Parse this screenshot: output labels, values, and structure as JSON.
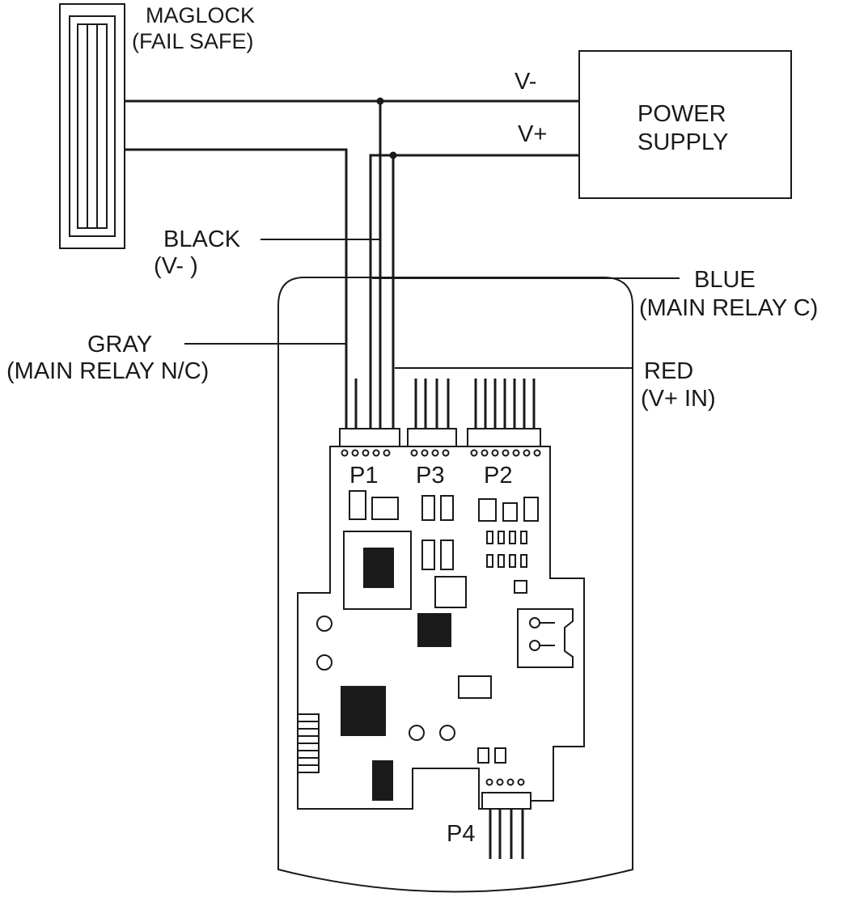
{
  "maglock": {
    "line1": "MAGLOCK",
    "line2": "(FAIL SAFE)"
  },
  "power_supply": {
    "line1": "POWER",
    "line2": "SUPPLY",
    "terminal_neg": "V-",
    "terminal_pos": "V+"
  },
  "wires": {
    "black": {
      "name": "BLACK",
      "function": "(V- )"
    },
    "blue": {
      "name": "BLUE",
      "function": "(MAIN RELAY C)"
    },
    "gray": {
      "name": "GRAY",
      "function": "(MAIN RELAY N/C)"
    },
    "red": {
      "name": "RED",
      "function": "(V+ IN)"
    }
  },
  "connectors": {
    "p1": "P1",
    "p3": "P3",
    "p2": "P2",
    "p4": "P4"
  }
}
